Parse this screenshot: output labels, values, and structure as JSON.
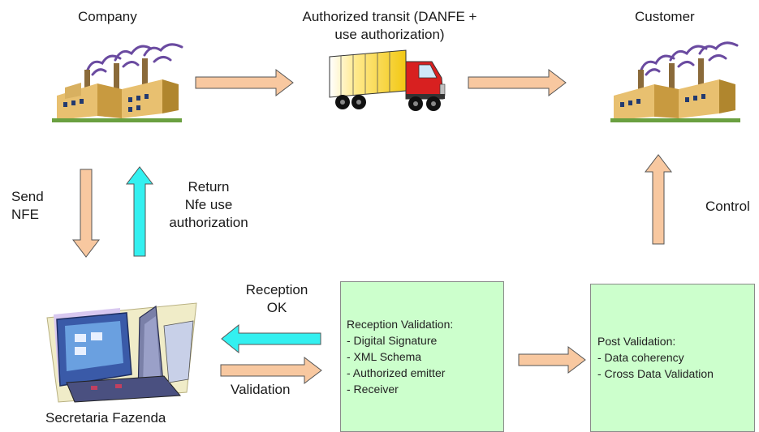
{
  "labels": {
    "company": "Company",
    "transit_line1": "Authorized transit (DANFE +",
    "transit_line2": "use authorization)",
    "customer": "Customer",
    "send_line1": "Send",
    "send_line2": "NFE",
    "return_line1": "Return",
    "return_line2": "Nfe use",
    "return_line3": "authorization",
    "control": "Control",
    "reception_line1": "Reception",
    "reception_line2": "OK",
    "validation": "Validation",
    "secretaria": "Secretaria Fazenda"
  },
  "reception_box": {
    "title": "Reception Validation:",
    "items": [
      "- Digital Signature",
      "- XML Schema",
      "- Authorized emitter",
      "- Receiver"
    ]
  },
  "post_box": {
    "title": "Post Validation:",
    "items": [
      "- Data coherency",
      "- Cross Data Validation"
    ]
  },
  "colors": {
    "orange_arrow": "#f8c8a0",
    "cyan_arrow": "#33f0f0",
    "green_box": "#ccffcc"
  }
}
